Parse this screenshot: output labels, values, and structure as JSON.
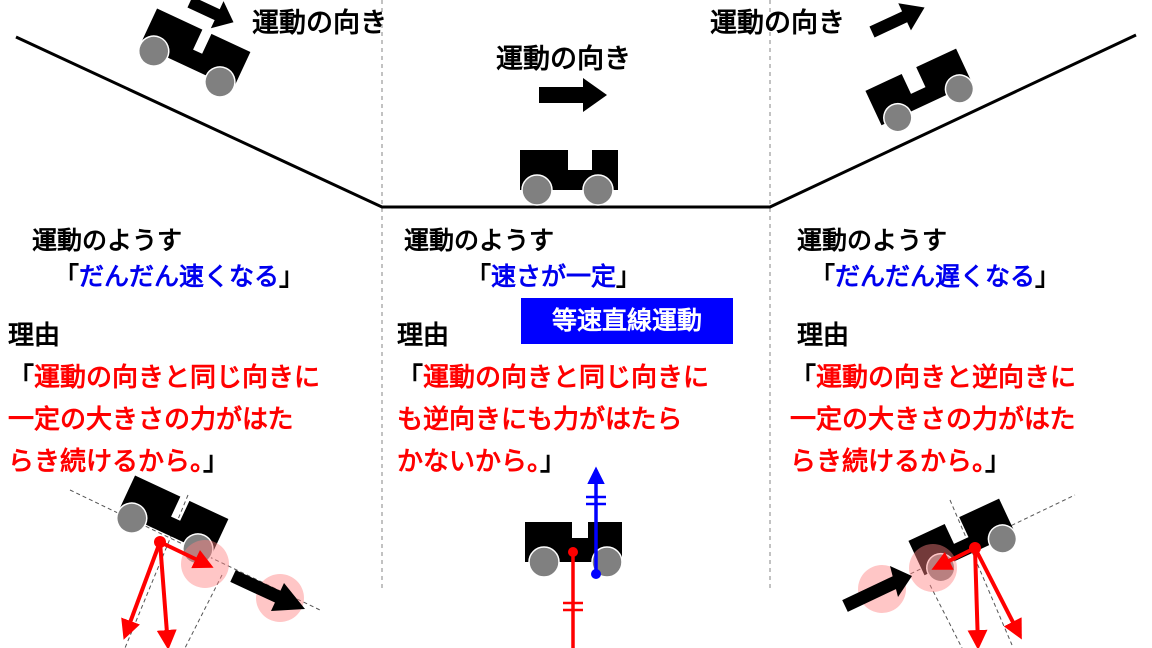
{
  "colors": {
    "force_red": "#ff0000",
    "force_blue": "#0000ff",
    "text_blue": "#0000ee",
    "badge_bg": "#0000ff",
    "car": "#000000",
    "wheel": "#808080"
  },
  "panels": [
    {
      "motion_label": "運動の向き",
      "state_title": "運動のようす",
      "state_open": "「",
      "state_value": "だんだん速くなる",
      "state_close": "」",
      "reason_title": "理由",
      "reason_lines": [
        "運動の向きと同じ向きに",
        "一定の大きさの力がはた",
        "らき続けるから。"
      ],
      "reason_open": "「",
      "reason_close": "」"
    },
    {
      "motion_label": "運動の向き",
      "state_title": "運動のようす",
      "state_open": "「",
      "state_value": "速さが一定",
      "state_close": "」",
      "badge": "等速直線運動",
      "reason_title": "理由",
      "reason_lines": [
        "運動の向きと同じ向きに",
        "も逆向きにも力がはたら",
        "かないから。"
      ],
      "reason_open": "「",
      "reason_close": "」"
    },
    {
      "motion_label": "運動の向き",
      "state_title": "運動のようす",
      "state_open": "「",
      "state_value": "だんだん遅くなる",
      "state_close": "」",
      "reason_title": "理由",
      "reason_lines": [
        "運動の向きと逆向きに",
        "一定の大きさの力がはた",
        "らき続けるから。"
      ],
      "reason_open": "「",
      "reason_close": "」"
    }
  ]
}
